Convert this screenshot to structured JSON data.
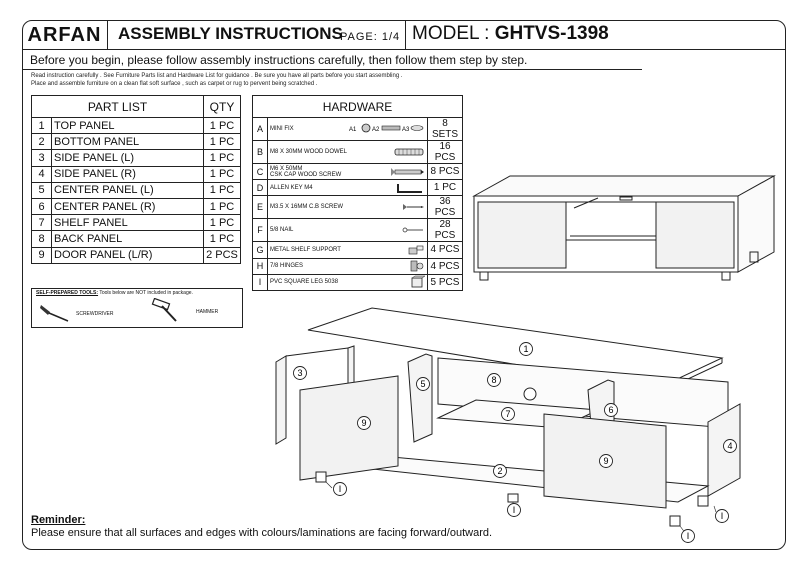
{
  "header": {
    "brand": "ARFAN",
    "title": "ASSEMBLY INSTRUCTIONS",
    "page": "PAGE:  1/4",
    "model_prefix": "MODEL : ",
    "model": "GHTVS-1398"
  },
  "intro": "Before you begin, please follow assembly instructions carefully, then follow them step by step.",
  "notes": [
    "Read instruction carefully . See Furniture Parts list and Hardware List for guidance . Be sure you have all parts before you start assembling .",
    "Place and assemble furniture on a clean flat soft surface , such as carpet or rug to pervent being scratched ."
  ],
  "parts_list": {
    "header_part": "PART LIST",
    "header_qty": "QTY",
    "rows": [
      {
        "num": "1",
        "name": "TOP PANEL",
        "qty": "1 PC"
      },
      {
        "num": "2",
        "name": "BOTTOM PANEL",
        "qty": "1 PC"
      },
      {
        "num": "3",
        "name": "SIDE PANEL (L)",
        "qty": "1 PC"
      },
      {
        "num": "4",
        "name": "SIDE PANEL (R)",
        "qty": "1 PC"
      },
      {
        "num": "5",
        "name": "CENTER PANEL (L)",
        "qty": "1 PC"
      },
      {
        "num": "6",
        "name": "CENTER PANEL (R)",
        "qty": "1 PC"
      },
      {
        "num": "7",
        "name": "SHELF PANEL",
        "qty": "1 PC"
      },
      {
        "num": "8",
        "name": "BACK PANEL",
        "qty": "1 PC"
      },
      {
        "num": "9",
        "name": "DOOR PANEL (L/R)",
        "qty": "2 PCS"
      }
    ]
  },
  "hardware": {
    "header": "HARDWARE",
    "rows": [
      {
        "letter": "A",
        "desc": "MINI FIX",
        "qty": "8 SETS",
        "icon": "cam-lock-icon",
        "labels": [
          "A1",
          "A2",
          "A3"
        ]
      },
      {
        "letter": "B",
        "desc": "M8 X 30MM WOOD DOWEL",
        "qty": "16 PCS",
        "icon": "dowel-icon"
      },
      {
        "letter": "C",
        "desc": "M6 X 50MM",
        "desc2": "CSK CAP WOOD SCREW",
        "qty": "8 PCS",
        "icon": "wood-screw-icon"
      },
      {
        "letter": "D",
        "desc": "ALLEN KEY M4",
        "qty": "1 PC",
        "icon": "allen-key-icon"
      },
      {
        "letter": "E",
        "desc": "M3.5 X 16MM C.B SCREW",
        "qty": "36 PCS",
        "icon": "small-screw-icon"
      },
      {
        "letter": "F",
        "desc": "5/8 NAIL",
        "qty": "28 PCS",
        "icon": "nail-icon"
      },
      {
        "letter": "G",
        "desc": "METAL SHELF SUPPORT",
        "qty": "4 PCS",
        "icon": "shelf-support-icon"
      },
      {
        "letter": "H",
        "desc": "7/8 HINGES",
        "qty": "4 PCS",
        "icon": "hinge-icon"
      },
      {
        "letter": "I",
        "desc": "PVC SQUARE LEG 5038",
        "qty": "5 PCS",
        "icon": "square-leg-icon"
      }
    ]
  },
  "tools": {
    "title_bold": "SELF-PREPARED TOOLS:",
    "title_rest": " Tools below are NOT included in package.",
    "items": [
      {
        "label": "SCREWDRIVER",
        "icon": "screwdriver-icon"
      },
      {
        "label": "HAMMER",
        "icon": "hammer-icon"
      }
    ]
  },
  "diagram": {
    "callouts": [
      "1",
      "2",
      "3",
      "4",
      "5",
      "6",
      "7",
      "8",
      "9",
      "9",
      "I",
      "I",
      "I",
      "I"
    ]
  },
  "reminder": {
    "heading": "Reminder:",
    "text": "Please ensure that all surfaces and edges with colours/laminations are facing forward/outward."
  },
  "colors": {
    "ink": "#222222",
    "panel_fill": "#f4f4f4"
  }
}
